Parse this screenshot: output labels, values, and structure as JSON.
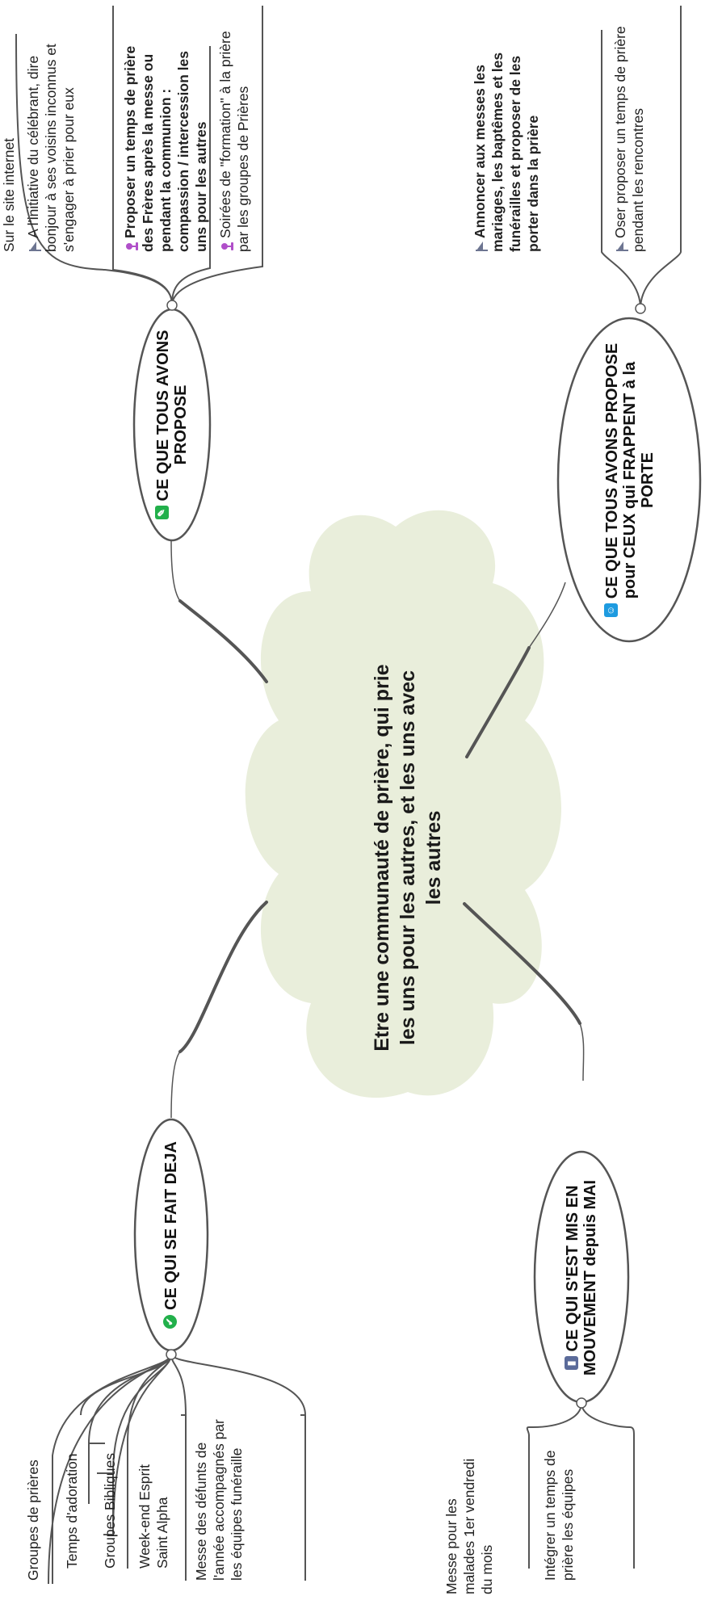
{
  "central_topic": {
    "label": "Etre une communauté de prière, qui prie les uns pour les autres, et les uns avec les autres"
  },
  "branches": [
    {
      "key": "fait",
      "label": "CE QUI SE FAIT DEJA",
      "icon": "check-circle-icon",
      "icon_color": "#22b04b",
      "leaves": [
        {
          "label": "Groupes de prières",
          "bold": false,
          "marker": ""
        },
        {
          "label": "Temps d'adoration",
          "bold": false,
          "marker": ""
        },
        {
          "label": "Groupes Bibliques",
          "bold": false,
          "marker": ""
        },
        {
          "label": "Week-end Esprit Saint Alpha",
          "bold": false,
          "marker": ""
        },
        {
          "label": "Messe des défunts de l'année accompagnés par les équipes funéraille",
          "bold": false,
          "marker": ""
        }
      ]
    },
    {
      "key": "propose",
      "label": "CE QUE TOUS AVONS PROPOSE",
      "icon": "pencil-icon",
      "icon_color": "#22b04b",
      "leaves": [
        {
          "label": "Sur le site internet",
          "bold": false,
          "marker": ""
        },
        {
          "label": "A l'initiative du célébrant, dire bonjour à ses voisins inconnus et s'engager à prier pour eux",
          "bold": false,
          "marker": "flag-icon"
        },
        {
          "label": "Proposer un temps de prière des Frères après la messe ou pendant la communion : compassion / intercession les uns pour les autres",
          "bold": true,
          "marker": "pin-icon"
        },
        {
          "label": "Soirées de \"formation\" à la prière par les groupes de Prières",
          "bold": false,
          "marker": "pin-icon"
        }
      ]
    },
    {
      "key": "mouvement",
      "label": "CE QUI S'EST MIS EN MOUVEMENT depuis MAI",
      "icon": "bar-chart-icon",
      "icon_color": "#5b6b9a",
      "leaves": [
        {
          "label": "Messe pour les malades 1er vendredi du mois",
          "bold": false,
          "marker": ""
        },
        {
          "label": "Intégrer un temps de prière les équipes",
          "bold": false,
          "marker": ""
        }
      ]
    },
    {
      "key": "frappent",
      "label": "CE QUE TOUS AVONS PROPOSE pour CEUX qui FRAPPENT à la PORTE",
      "icon": "people-icon",
      "icon_color": "#1e9be0",
      "leaves": [
        {
          "label": "Annoncer aux messes les mariages, les baptêmes et les funérailles et proposer de les porter dans la prière",
          "bold": true,
          "marker": "flag-icon"
        },
        {
          "label": "Oser proposer un temps de prière pendant les rencontres",
          "bold": false,
          "marker": "flag-icon"
        }
      ]
    }
  ],
  "colors": {
    "cloud_fill": "#e9eedb",
    "line": "#555555",
    "flag": "#6d7591",
    "pin": "#b04fc9"
  }
}
